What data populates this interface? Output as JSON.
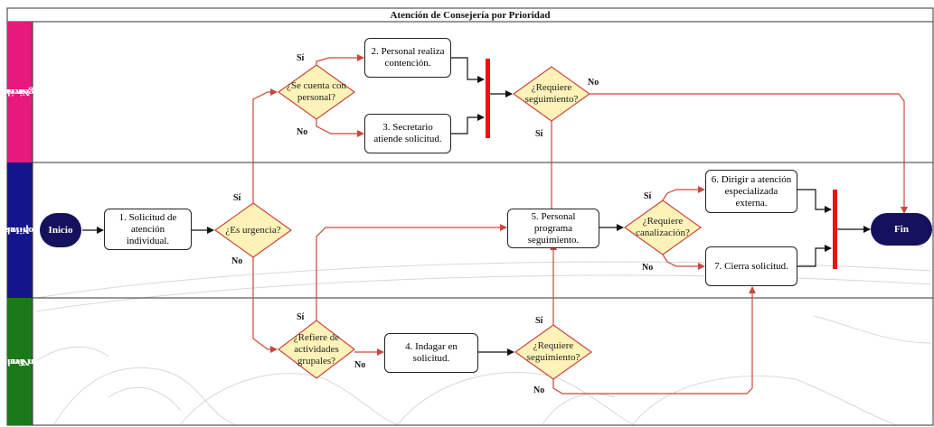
{
  "title": "Atención de Consejería por Prioridad",
  "lanes": [
    {
      "line1": "Nivel 1",
      "line2": "Urgencia",
      "color": "#e8197d"
    },
    {
      "line1": "Nivel 2",
      "line2": "Drop-Ins",
      "color": "#14148c"
    },
    {
      "line1": "Nivel 3",
      "line2": "Detección Temprana",
      "color": "#1a7a1a"
    }
  ],
  "terminals": {
    "start": "Inicio",
    "end": "Fin"
  },
  "processes": {
    "p1": "1. Solicitud de atención individual.",
    "p2": "2. Personal realiza contención.",
    "p3": "3. Secretario atiende solicitud.",
    "p4": "4. Indagar en solicitud.",
    "p5": "5. Personal programa seguimiento.",
    "p6": "6. Dirigir a atención especializada externa.",
    "p7": "7. Cierra solicitud."
  },
  "decisions": {
    "d_urgencia": "¿Es urgencia?",
    "d_personal": "¿Se cuenta con personal?",
    "d_seg1": "¿Requiere seguimiento?",
    "d_grupal": "¿Refiere de actividades grupales?",
    "d_seg3": "¿Requiere seguimiento?",
    "d_canal": "¿Requiere canalización?"
  },
  "edge_labels": {
    "yes": "Sí",
    "no": "No"
  },
  "colors": {
    "decision_fill": "#fdf2b8",
    "decision_stroke": "#c9473d",
    "bar": "#ee1111",
    "arrow_red": "#c9473d"
  }
}
